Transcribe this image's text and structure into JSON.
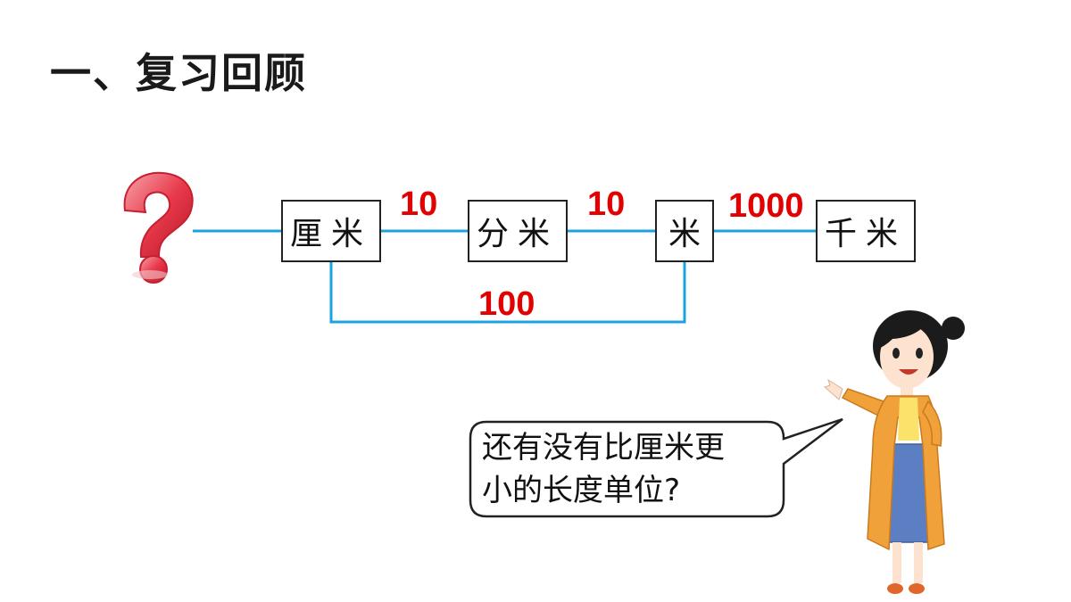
{
  "heading": "一、复习回顾",
  "units": [
    "厘米",
    "分米",
    "米",
    "千米"
  ],
  "rates": {
    "cm_dm": "10",
    "dm_m": "10",
    "m_km": "1000",
    "cm_m": "100"
  },
  "speech": {
    "line1": "还有没有比厘米更",
    "line2": "小的长度单位?"
  },
  "icons": {
    "question": "red-question-mark-icon",
    "teacher": "teacher-character"
  },
  "colors": {
    "line": "#1aa3e0",
    "number": "#e30000",
    "question": "#e8394a"
  }
}
